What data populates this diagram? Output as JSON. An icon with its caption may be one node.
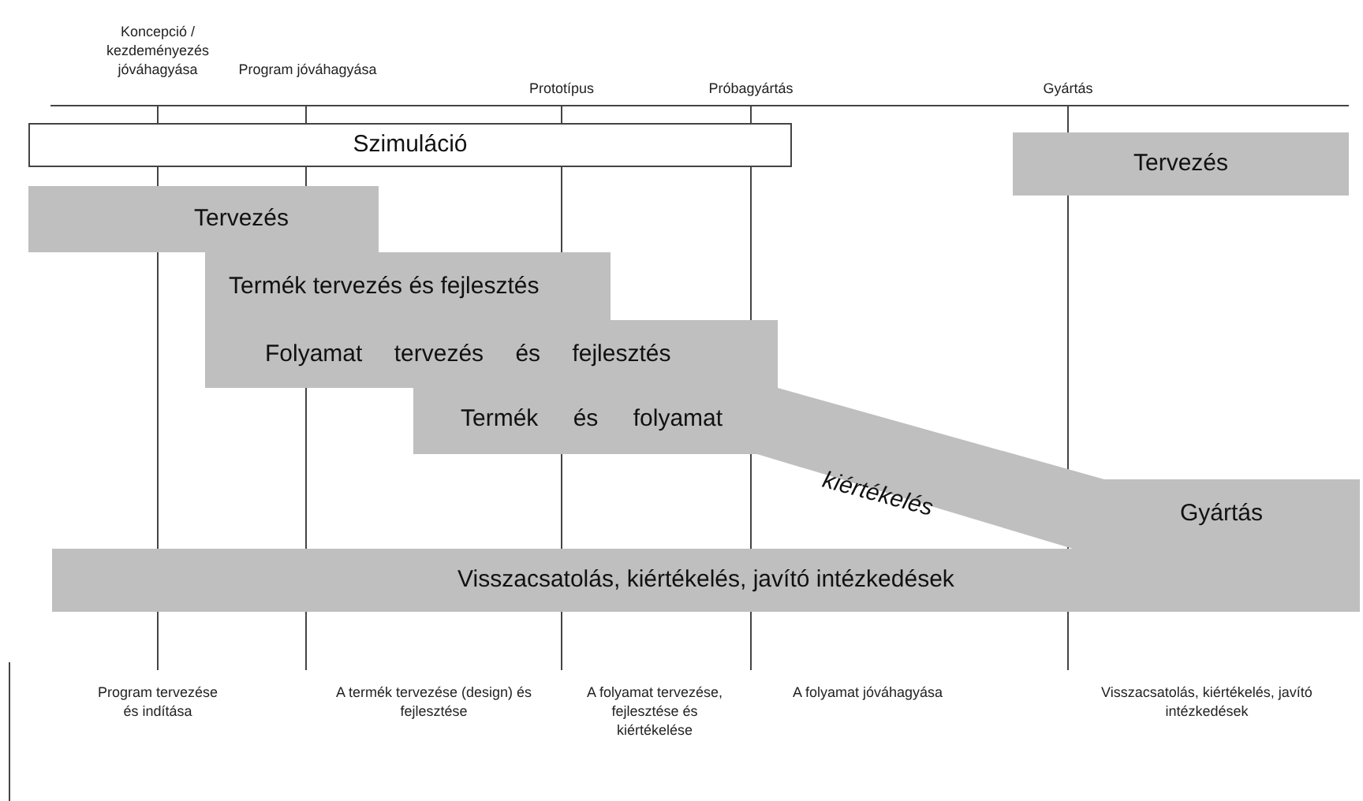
{
  "diagram": {
    "nodes": [
      {
        "text": [
          "Szimuláció"
        ]
      },
      {
        "text": [
          "Tervezés"
        ]
      },
      {
        "text": [
          "Tervezés"
        ]
      },
      {
        "text": [
          "Termék tervezés és fejlesztés"
        ]
      },
      {
        "text": [
          "Folyamat tervezés és fejlesztés"
        ]
      },
      {
        "text": [
          "Termék és folyamat",
          "kiértékelés"
        ]
      },
      {
        "text": [
          "Gyártás"
        ]
      },
      {
        "text": [
          "Visszacsatolás, kiértékelés, javító intézkedések"
        ]
      }
    ],
    "labels": [
      "Koncepció / kezdeményezés jóváhagyása",
      "Program jóváhagyása",
      "Prototípus",
      "Próbagyártás",
      "Gyártás",
      "Program tervezése és indítása",
      "A termék tervezése (design) és fejlesztése",
      "A folyamat tervezése, fejlesztése és kiértékelése",
      "A folyamat jóváhagyása",
      "Visszacsatolás, kiértékelés, javító intézkedések"
    ]
  }
}
